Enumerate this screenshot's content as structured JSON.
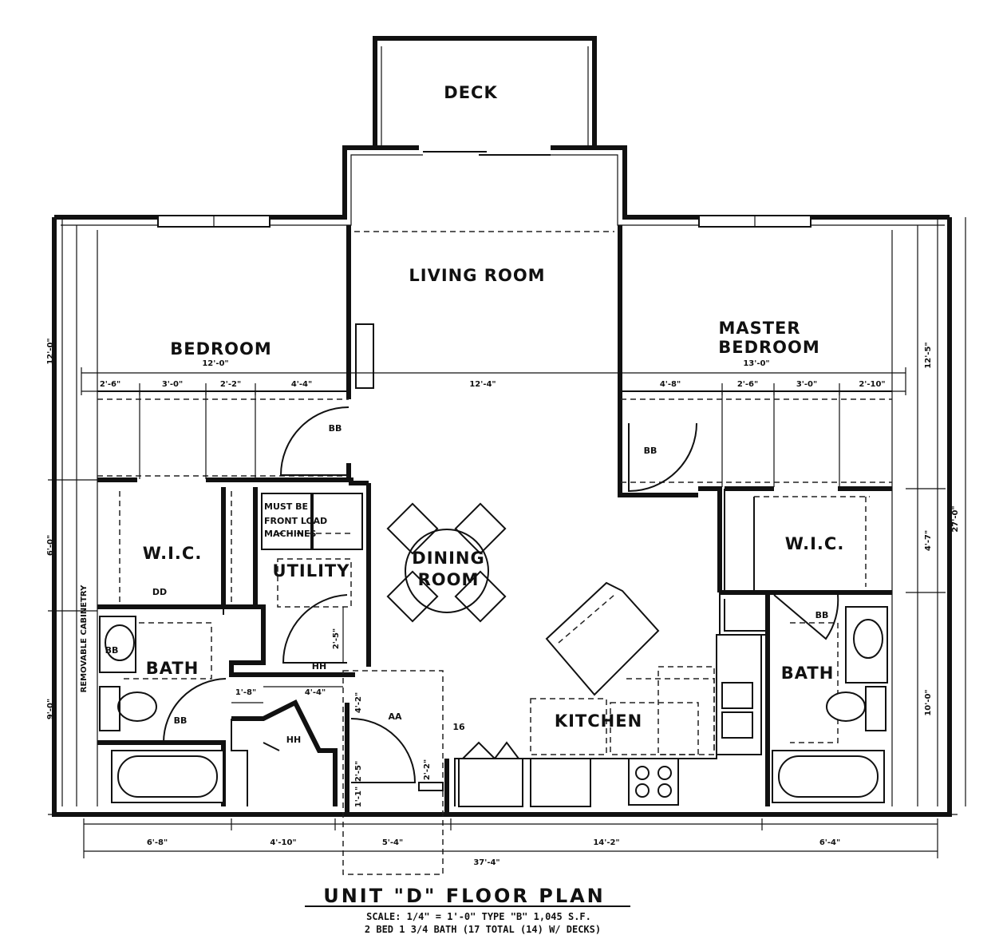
{
  "rooms": {
    "deck": "DECK",
    "living_room": "LIVING ROOM",
    "bedroom": "BEDROOM",
    "bedroom_dim": "12'-0\"",
    "master_bedroom_l1": "MASTER",
    "master_bedroom_l2": "BEDROOM",
    "master_bedroom_dim": "13'-0\"",
    "wic_left": "W.I.C.",
    "wic_right": "W.I.C.",
    "utility": "UTILITY",
    "dining_l1": "DINING",
    "dining_l2": "ROOM",
    "bath_left": "BATH",
    "bath_right": "BATH",
    "kitchen": "KITCHEN"
  },
  "notes": {
    "machines_l1": "MUST BE",
    "machines_l2": "FRONT LOAD",
    "machines_l3": "MACHINES",
    "removable_cabinetry": "REMOVABLE CABINETRY"
  },
  "tags": {
    "bb_bedroom": "BB",
    "bb_master": "BB",
    "bb_bath_left": "BB",
    "bb_bath_right": "BB",
    "dd": "DD",
    "hh_hall": "HH",
    "hh_closet": "HH",
    "aa": "AA",
    "num_16": "16",
    "bb_vanity": "BB"
  },
  "dimensions": {
    "left_bed_1": "2'-6\"",
    "left_bed_2": "3'-0\"",
    "left_bed_3": "2'-2\"",
    "left_bed_4": "4'-4\"",
    "living_width": "12'-4\"",
    "right_bed_1": "4'-8\"",
    "right_bed_2": "2'-6\"",
    "right_bed_3": "3'-0\"",
    "right_bed_4": "2'-10\"",
    "left_v_1": "12'-0\"",
    "left_v_2": "6'-0\"",
    "left_v_3": "9'-0\"",
    "right_v_1": "12'-5\"",
    "right_v_2": "4'-7\"",
    "right_v_3": "10'-0\"",
    "right_total": "27'-0\"",
    "hall_1": "1'-8\"",
    "hall_2": "4'-4\"",
    "hall_3": "2'-5\"",
    "entry_1": "4'-2\"",
    "entry_2": "2'-5\"",
    "entry_3": "1'-1\"",
    "entry_4": "2'-2\"",
    "bottom_1": "6'-8\"",
    "bottom_2": "4'-10\"",
    "bottom_3": "5'-4\"",
    "bottom_4": "14'-2\"",
    "bottom_5": "6'-4\"",
    "bottom_total": "37'-4\""
  },
  "title_block": {
    "title": "UNIT \"D\" FLOOR PLAN",
    "scale_line": "SCALE: 1/4\" = 1'-0\"   TYPE \"B\"   1,045 S.F.",
    "summary_line": "2 BED 1 3/4 BATH (17 TOTAL (14) W/ DECKS)"
  }
}
